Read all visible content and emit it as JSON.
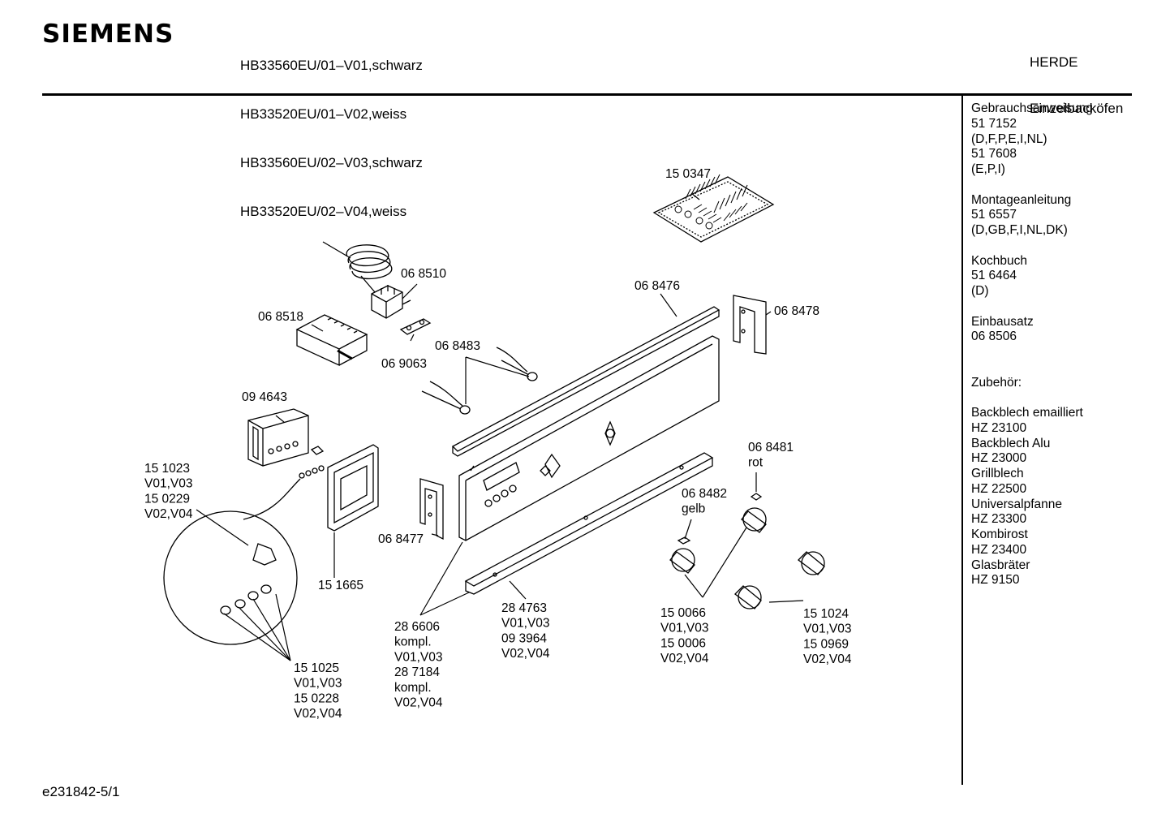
{
  "header": {
    "brand": "SIEMENS",
    "models": [
      "HB33560EU/01–V01,schwarz",
      "HB33520EU/01–V02,weiss",
      "HB33560EU/02–V03,schwarz",
      "HB33520EU/02–V04,weiss"
    ],
    "category": [
      "HERDE",
      "Einzelbacköfen"
    ]
  },
  "sidebar": {
    "lines": [
      "Gebrauchsanweisung",
      "51 7152",
      "(D,F,P,E,I,NL)",
      "51 7608",
      "(E,P,I)",
      "",
      "Montageanleitung",
      "51 6557",
      "(D,GB,F,I,NL,DK)",
      "",
      "Kochbuch",
      "51 6464",
      "(D)",
      "",
      "Einbausatz",
      "06 8506",
      "",
      "",
      "Zubehör:",
      "",
      "Backblech emailliert",
      "HZ 23100",
      "Backblech Alu",
      "HZ 23000",
      "Grillblech",
      "HZ 22500",
      "Universalpfanne",
      "HZ 23300",
      "Kombirost",
      "HZ 23400",
      "Glasbräter",
      "HZ 9150"
    ]
  },
  "parts": {
    "p150347": "15 0347",
    "p068510": "06 8510",
    "p068476": "06 8476",
    "p068478": "06 8478",
    "p068518": "06 8518",
    "p068483": "06 8483",
    "p069063": "06 9063",
    "p094643": "09 4643",
    "p068481": [
      "06 8481",
      "rot"
    ],
    "p068482": [
      "06 8482",
      "gelb"
    ],
    "p151023": [
      "15 1023",
      "V01,V03",
      "15 0229",
      "V02,V04"
    ],
    "p068477": "06 8477",
    "p151665": "15 1665",
    "p286606": [
      "28 6606",
      "kompl.",
      "V01,V03",
      "28 7184",
      "kompl.",
      "V02,V04"
    ],
    "p284763": [
      "28 4763",
      "V01,V03",
      "09 3964",
      "V02,V04"
    ],
    "p150066": [
      "15 0066",
      "V01,V03",
      "15 0006",
      "V02,V04"
    ],
    "p151024": [
      "15 1024",
      "V01,V03",
      "15 0969",
      "V02,V04"
    ],
    "p151025": [
      "15 1025",
      "V01,V03",
      "15 0228",
      "V02,V04"
    ]
  },
  "footer": {
    "drawing_id": "e231842-5/1"
  }
}
